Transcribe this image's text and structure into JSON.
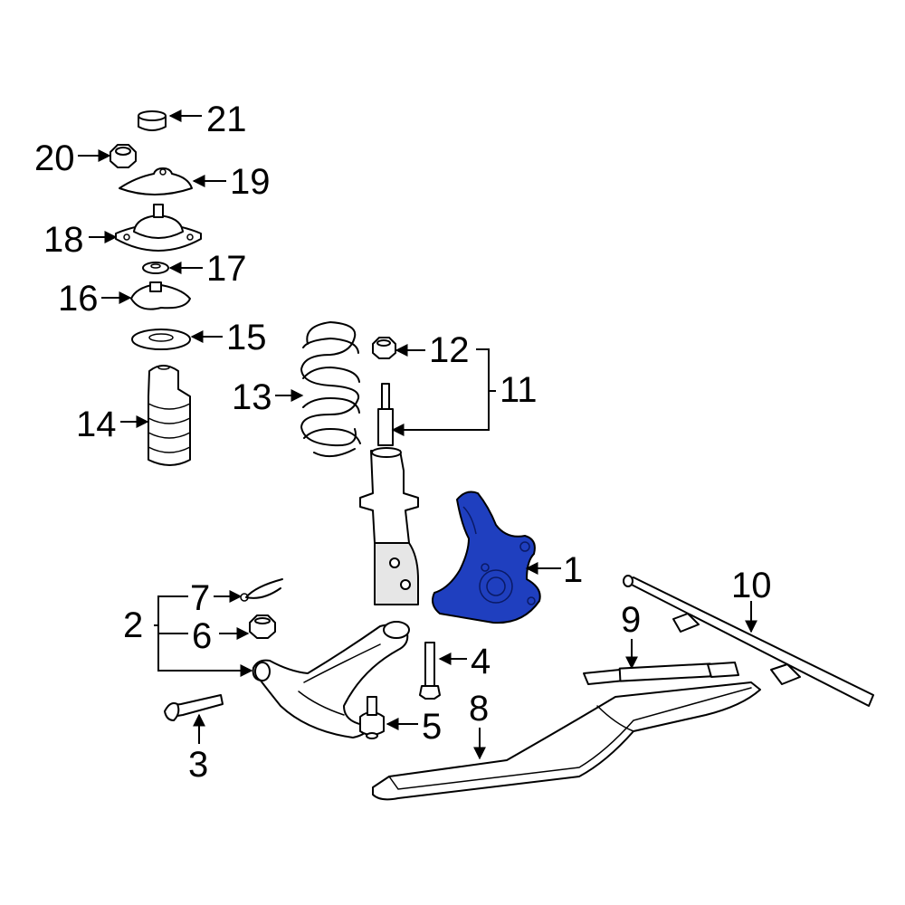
{
  "highlight_color": "#1f3fbf",
  "callouts": [
    {
      "id": "c1",
      "text": "1"
    },
    {
      "id": "c2",
      "text": "2"
    },
    {
      "id": "c3",
      "text": "3"
    },
    {
      "id": "c4",
      "text": "4"
    },
    {
      "id": "c5",
      "text": "5"
    },
    {
      "id": "c6",
      "text": "6"
    },
    {
      "id": "c7",
      "text": "7"
    },
    {
      "id": "c8",
      "text": "8"
    },
    {
      "id": "c9",
      "text": "9"
    },
    {
      "id": "c10",
      "text": "10"
    },
    {
      "id": "c11",
      "text": "11"
    },
    {
      "id": "c12",
      "text": "12"
    },
    {
      "id": "c13",
      "text": "13"
    },
    {
      "id": "c14",
      "text": "14"
    },
    {
      "id": "c15",
      "text": "15"
    },
    {
      "id": "c16",
      "text": "16"
    },
    {
      "id": "c17",
      "text": "17"
    },
    {
      "id": "c18",
      "text": "18"
    },
    {
      "id": "c19",
      "text": "19"
    },
    {
      "id": "c20",
      "text": "20"
    },
    {
      "id": "c21",
      "text": "21"
    }
  ]
}
